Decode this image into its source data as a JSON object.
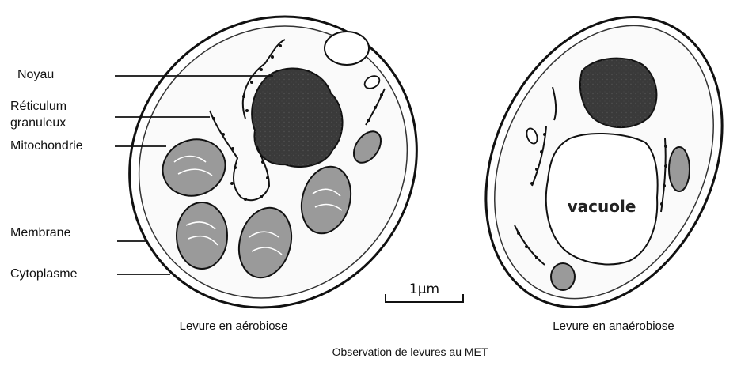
{
  "labels": {
    "noyau": "Noyau",
    "reticulum_line1": "Réticulum",
    "reticulum_line2": "granuleux",
    "mitochondrie": "Mitochondrie",
    "membrane": "Membrane",
    "cytoplasme": "Cytoplasme"
  },
  "vacuole_label": "vacuole",
  "scale_bar": "1µm",
  "captions": {
    "aerobic": "Levure en aérobiose",
    "anaerobic": "Levure en anaérobiose"
  },
  "figure_title": "Observation de levures au MET",
  "colors": {
    "nucleus": "#3a3a3a",
    "mitochondria": "#9a9a9a",
    "outline": "#111111"
  }
}
